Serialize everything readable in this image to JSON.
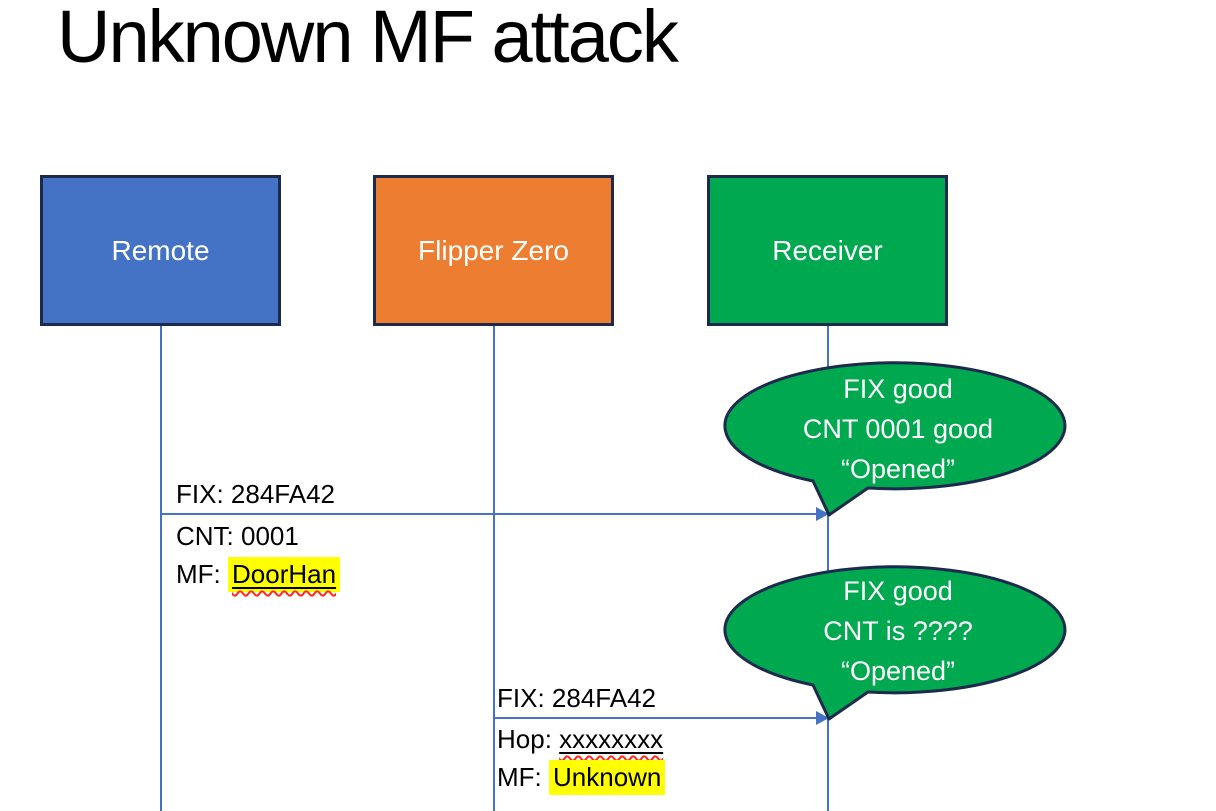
{
  "title": "Unknown MF attack",
  "colors": {
    "remote_fill": "#4472C4",
    "flipper_fill": "#ED7D31",
    "receiver_fill": "#00A94F",
    "bubble_fill": "#00A94F",
    "box_border": "#1C2B4D",
    "bubble_border": "#1C2B4D",
    "line": "#4472C4",
    "text_on_fill": "#FFFFFF",
    "label_text": "#000000",
    "highlight": "#FFFF00",
    "squiggle": "#FF2A1A"
  },
  "actors": {
    "remote": {
      "label": "Remote"
    },
    "flipper": {
      "label": "Flipper Zero"
    },
    "receiver": {
      "label": "Receiver"
    }
  },
  "messages": {
    "msg1": {
      "from": "Remote",
      "to": "Receiver",
      "line1": "FIX: 284FA42",
      "line2": "CNT: 0001",
      "line3_prefix": "MF: ",
      "line3_value": "DoorHan"
    },
    "msg2": {
      "from": "Flipper Zero",
      "to": "Receiver",
      "line1": "FIX: 284FA42",
      "line2_prefix": "Hop: ",
      "line2_value": "xxxxxxxx",
      "line3_prefix": "MF: ",
      "line3_value": "Unknown"
    }
  },
  "bubbles": {
    "bubble1": {
      "line1": "FIX good",
      "line2": "CNT 0001 good",
      "line3": "“Opened”"
    },
    "bubble2": {
      "line1": "FIX good",
      "line2": "CNT is ????",
      "line3": "“Opened”"
    }
  }
}
